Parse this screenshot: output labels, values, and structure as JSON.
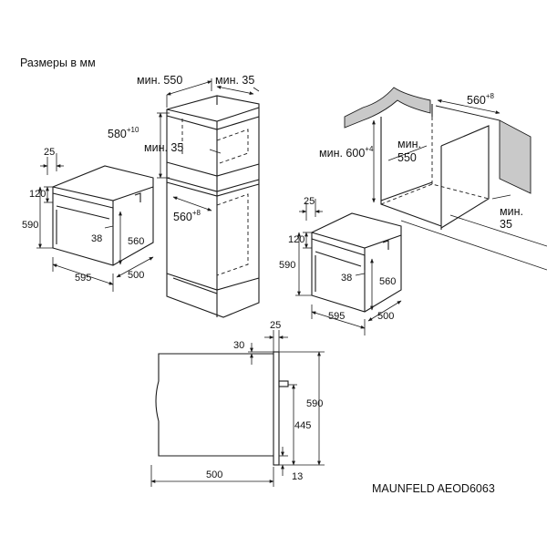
{
  "header": {
    "units_note": "Размеры в мм"
  },
  "footer": {
    "model": "MAUNFELD AEOD6063"
  },
  "tall_cabinet": {
    "min_width": "мин. 550",
    "min_depth": "мин. 35",
    "height": "580",
    "height_tol": "+10",
    "min_gap": "мин. 35",
    "width": "560",
    "width_tol": "+8"
  },
  "oven_left": {
    "panel_depth": "25",
    "panel_height": "120",
    "total_height": "590",
    "handle": "38",
    "body_height": "560",
    "width": "595",
    "depth": "500"
  },
  "undercounter": {
    "width": "560",
    "width_tol": "+8",
    "height_line1": "мин. 600",
    "height_tol": "+4",
    "min_depth_line1": "мин.",
    "min_depth_line2": "550",
    "min_gap_line1": "мин.",
    "min_gap_line2": "35"
  },
  "oven_right": {
    "panel_depth": "25",
    "panel_height": "120",
    "total_height": "590",
    "handle": "38",
    "body_height": "560",
    "width": "595",
    "depth": "500"
  },
  "side_view": {
    "front_depth": "25",
    "top_offset": "30",
    "total_height": "590",
    "handle_height": "445",
    "depth": "500",
    "bottom_offset": "13"
  }
}
